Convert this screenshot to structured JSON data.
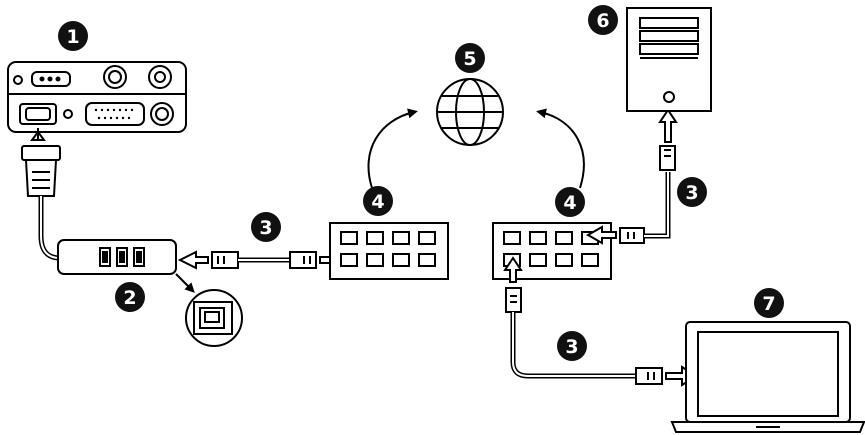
{
  "colors": {
    "outline": "#000000",
    "badge": "#111111",
    "badge_text": "#ffffff",
    "background": "#ffffff"
  },
  "callouts": {
    "device": "1",
    "adapter": "2",
    "cable_a": "3",
    "cable_b": "3",
    "cable_c": "3",
    "switch_left": "4",
    "switch_right": "4",
    "internet": "5",
    "server": "6",
    "laptop": "7"
  },
  "icons": {
    "device": "instrument-unit-icon",
    "adapter": "usb-ethernet-adapter-icon",
    "adapter_detail": "rj45-port-detail-icon",
    "switch": "network-switch-icon",
    "internet": "globe-icon",
    "server": "server-tower-icon",
    "laptop": "laptop-icon",
    "cable": "ethernet-cable-icon",
    "serial": "db9-serial-cable-icon"
  }
}
